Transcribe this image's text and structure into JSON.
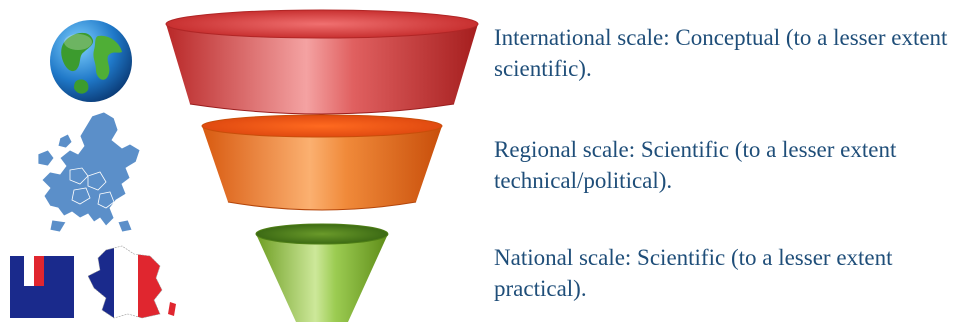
{
  "levels": [
    {
      "text": "International scale: Conceptual (to a lesser extent scientific).",
      "color": "#d94848",
      "icon": "globe-icon"
    },
    {
      "text": "Regional scale: Scientific (to a lesser extent technical/political).",
      "color": "#ee7a2e",
      "icon": "europe-map-icon"
    },
    {
      "text": "National scale: Scientific (to a lesser extent practical).",
      "color": "#8cbf3f",
      "icon": "france-flag-map-icon"
    }
  ],
  "colors": {
    "text": "#1f4e79",
    "europe": "#5b8fc9",
    "france_blue": "#1a2a8c",
    "france_red": "#e0262f"
  }
}
